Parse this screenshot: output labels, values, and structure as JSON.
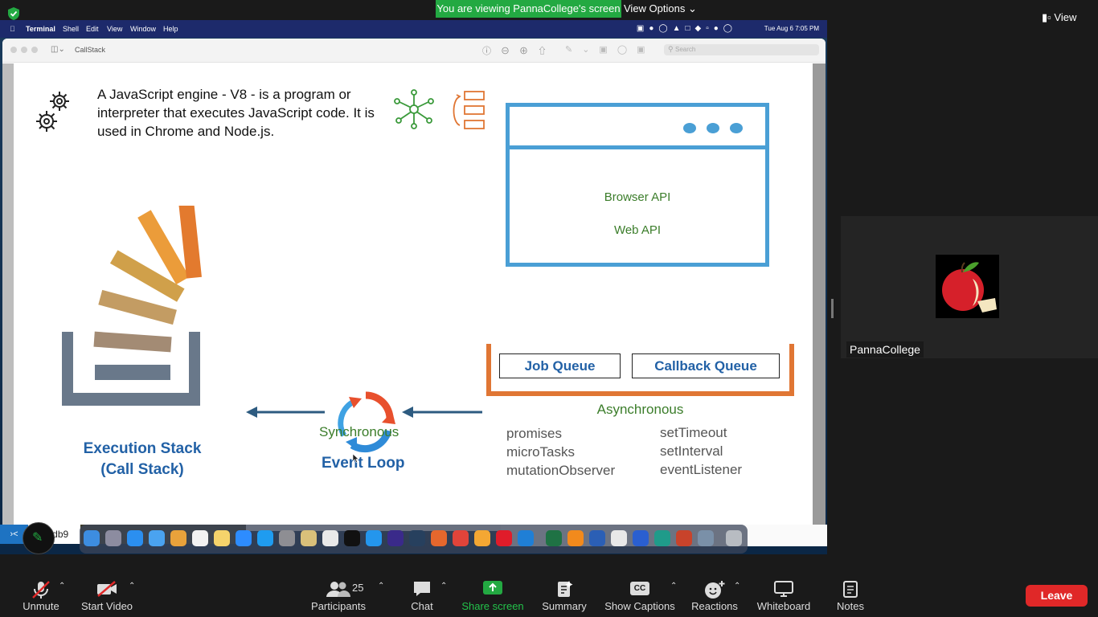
{
  "zoom": {
    "banner": "You are viewing PannaCollege's screen",
    "view_options": "View Options",
    "view_button": "View",
    "participant_name": "PannaCollege",
    "toolbar": {
      "unmute": "Unmute",
      "start_video": "Start Video",
      "participants_count": "25",
      "participants": "Participants",
      "chat": "Chat",
      "share_screen": "Share screen",
      "summary": "Summary",
      "captions_icon": "CC",
      "show_captions": "Show Captions",
      "reactions": "Reactions",
      "whiteboard": "Whiteboard",
      "notes": "Notes",
      "leave": "Leave"
    },
    "colors": {
      "share_green": "#23a942",
      "leave_red": "#e02828"
    }
  },
  "mac": {
    "menubar": {
      "app": "Terminal",
      "items": [
        "Shell",
        "Edit",
        "View",
        "Window",
        "Help"
      ],
      "clock": "Tue Aug 6  7:05 PM"
    },
    "window_title": "CallStack",
    "search_placeholder": "Search",
    "below_text": "ddb9"
  },
  "slide": {
    "engine_text": "A JavaScript engine - V8 - is a program or interpreter that executes JavaScript code. It is used in Chrome and Node.js.",
    "browser_api": "Browser API",
    "web_api": "Web API",
    "job_queue": "Job Queue",
    "callback_queue": "Callback Queue",
    "asynchronous": "Asynchronous",
    "micro_apis": [
      "promises",
      "microTasks",
      "mutationObserver"
    ],
    "macro_apis": [
      "setTimeout",
      "setInterval",
      "eventListener"
    ],
    "synchronous": "Synchronous",
    "event_loop": "Event Loop",
    "execution_stack": "Execution Stack",
    "call_stack": "(Call Stack)",
    "colors": {
      "blue": "#4a9fd5",
      "orange": "#e07634",
      "green": "#3b7d2a",
      "navy": "#2261a6"
    }
  }
}
